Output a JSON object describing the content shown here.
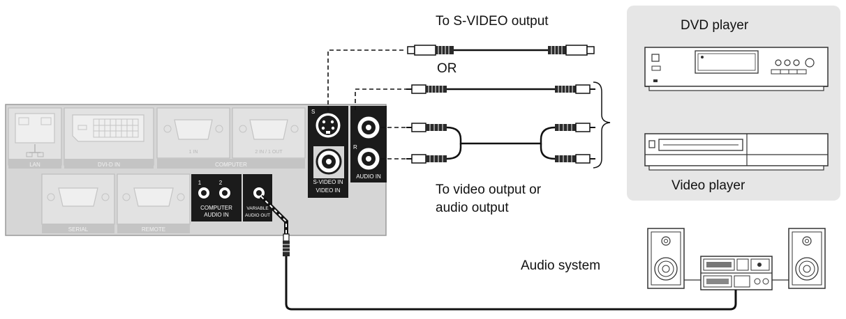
{
  "labels": {
    "svideo_output": "To S-VIDEO output",
    "or": "OR",
    "dvd_player": "DVD player",
    "video_player": "Video player",
    "video_audio_output_line1": "To video output or",
    "video_audio_output_line2": "audio output",
    "audio_system": "Audio system"
  },
  "panel": {
    "lan": "LAN",
    "dvi": "DVI-D IN",
    "in1": "1 IN",
    "in2": "2 IN / 1 OUT",
    "computer": "COMPUTER",
    "serial": "SERIAL",
    "remote": "REMOTE",
    "computer_audio_in_1": "COMPUTER",
    "computer_audio_in_2": "AUDIO IN",
    "audio_1": "1",
    "audio_2": "2",
    "variable_1": "VARIABLE",
    "variable_2": "AUDIO OUT",
    "s_mark": "S",
    "svideo_in": "S-VIDEO IN",
    "video_in": "VIDEO IN",
    "audio_in": "AUDIO IN",
    "r_mark": "R"
  }
}
